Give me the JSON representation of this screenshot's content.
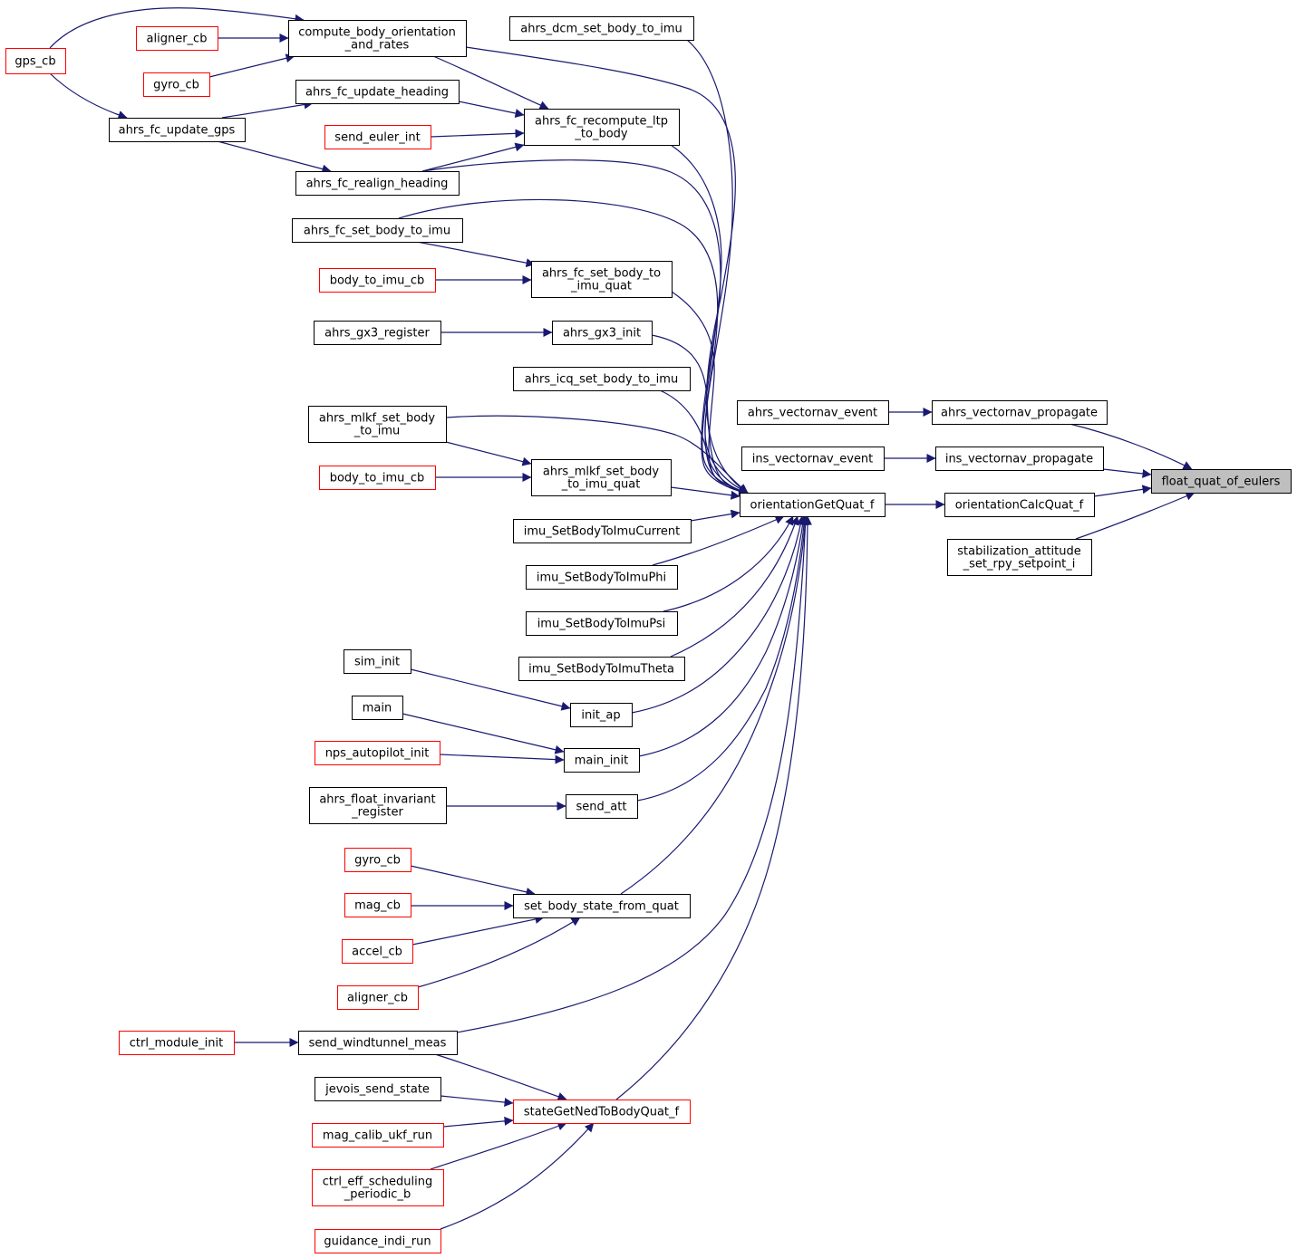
{
  "colors": {
    "edge": "#191970",
    "border_normal": "#000000",
    "border_truncated": "#ff0000",
    "fill_normal": "#ffffff",
    "fill_focus": "#bfbfbf"
  },
  "nodes": [
    {
      "id": "gps_cb_1",
      "lines": [
        "gps_cb"
      ],
      "style": "truncated"
    },
    {
      "id": "compute_body",
      "lines": [
        "compute_body_orientation",
        "_and_rates"
      ],
      "style": "normal"
    },
    {
      "id": "aligner_cb_1",
      "lines": [
        "aligner_cb"
      ],
      "style": "truncated"
    },
    {
      "id": "gyro_cb_1",
      "lines": [
        "gyro_cb"
      ],
      "style": "truncated"
    },
    {
      "id": "ahrs_fc_update_heading",
      "lines": [
        "ahrs_fc_update_heading"
      ],
      "style": "normal"
    },
    {
      "id": "ahrs_fc_update_gps",
      "lines": [
        "ahrs_fc_update_gps"
      ],
      "style": "normal"
    },
    {
      "id": "send_euler_int",
      "lines": [
        "send_euler_int"
      ],
      "style": "truncated"
    },
    {
      "id": "ahrs_fc_realign_heading",
      "lines": [
        "ahrs_fc_realign_heading"
      ],
      "style": "normal"
    },
    {
      "id": "ahrs_fc_set_body_to_imu",
      "lines": [
        "ahrs_fc_set_body_to_imu"
      ],
      "style": "normal"
    },
    {
      "id": "body_to_imu_cb_1",
      "lines": [
        "body_to_imu_cb"
      ],
      "style": "truncated"
    },
    {
      "id": "ahrs_gx3_register",
      "lines": [
        "ahrs_gx3_register"
      ],
      "style": "normal"
    },
    {
      "id": "ahrs_mlkf_set_body_to_imu",
      "lines": [
        "ahrs_mlkf_set_body",
        "_to_imu"
      ],
      "style": "normal"
    },
    {
      "id": "body_to_imu_cb_2",
      "lines": [
        "body_to_imu_cb"
      ],
      "style": "truncated"
    },
    {
      "id": "sim_init",
      "lines": [
        "sim_init"
      ],
      "style": "normal"
    },
    {
      "id": "main",
      "lines": [
        "main"
      ],
      "style": "normal"
    },
    {
      "id": "nps_autopilot_init",
      "lines": [
        "nps_autopilot_init"
      ],
      "style": "truncated"
    },
    {
      "id": "ahrs_float_invariant_register",
      "lines": [
        "ahrs_float_invariant",
        "_register"
      ],
      "style": "normal"
    },
    {
      "id": "gyro_cb_2",
      "lines": [
        "gyro_cb"
      ],
      "style": "truncated"
    },
    {
      "id": "mag_cb",
      "lines": [
        "mag_cb"
      ],
      "style": "truncated"
    },
    {
      "id": "accel_cb",
      "lines": [
        "accel_cb"
      ],
      "style": "truncated"
    },
    {
      "id": "aligner_cb_2",
      "lines": [
        "aligner_cb"
      ],
      "style": "truncated"
    },
    {
      "id": "ctrl_module_init",
      "lines": [
        "ctrl_module_init"
      ],
      "style": "truncated"
    },
    {
      "id": "send_windtunnel_meas",
      "lines": [
        "send_windtunnel_meas"
      ],
      "style": "normal"
    },
    {
      "id": "jevois_send_state",
      "lines": [
        "jevois_send_state"
      ],
      "style": "normal"
    },
    {
      "id": "mag_calib_ukf_run",
      "lines": [
        "mag_calib_ukf_run"
      ],
      "style": "truncated"
    },
    {
      "id": "ctrl_eff_scheduling_periodic_b",
      "lines": [
        "ctrl_eff_scheduling",
        "_periodic_b"
      ],
      "style": "truncated"
    },
    {
      "id": "guidance_indi_run",
      "lines": [
        "guidance_indi_run"
      ],
      "style": "truncated"
    },
    {
      "id": "ahrs_dcm_set_body_to_imu",
      "lines": [
        "ahrs_dcm_set_body_to_imu"
      ],
      "style": "normal"
    },
    {
      "id": "ahrs_fc_recompute_ltp_to_body",
      "lines": [
        "ahrs_fc_recompute_ltp",
        "_to_body"
      ],
      "style": "normal"
    },
    {
      "id": "ahrs_fc_set_body_to_imu_quat",
      "lines": [
        "ahrs_fc_set_body_to",
        "_imu_quat"
      ],
      "style": "normal"
    },
    {
      "id": "ahrs_gx3_init",
      "lines": [
        "ahrs_gx3_init"
      ],
      "style": "normal"
    },
    {
      "id": "ahrs_icq_set_body_to_imu",
      "lines": [
        "ahrs_icq_set_body_to_imu"
      ],
      "style": "normal"
    },
    {
      "id": "ahrs_mlkf_set_body_to_imu_quat",
      "lines": [
        "ahrs_mlkf_set_body",
        "_to_imu_quat"
      ],
      "style": "normal"
    },
    {
      "id": "imu_SetBodyToImuCurrent",
      "lines": [
        "imu_SetBodyToImuCurrent"
      ],
      "style": "normal"
    },
    {
      "id": "imu_SetBodyToImuPhi",
      "lines": [
        "imu_SetBodyToImuPhi"
      ],
      "style": "normal"
    },
    {
      "id": "imu_SetBodyToImuPsi",
      "lines": [
        "imu_SetBodyToImuPsi"
      ],
      "style": "normal"
    },
    {
      "id": "imu_SetBodyToImuTheta",
      "lines": [
        "imu_SetBodyToImuTheta"
      ],
      "style": "normal"
    },
    {
      "id": "init_ap",
      "lines": [
        "init_ap"
      ],
      "style": "normal"
    },
    {
      "id": "main_init",
      "lines": [
        "main_init"
      ],
      "style": "normal"
    },
    {
      "id": "send_att",
      "lines": [
        "send_att"
      ],
      "style": "normal"
    },
    {
      "id": "set_body_state_from_quat",
      "lines": [
        "set_body_state_from_quat"
      ],
      "style": "normal"
    },
    {
      "id": "stateGetNedToBodyQuat_f",
      "lines": [
        "stateGetNedToBodyQuat_f"
      ],
      "style": "truncated"
    },
    {
      "id": "orientationGetQuat_f",
      "lines": [
        "orientationGetQuat_f"
      ],
      "style": "normal"
    },
    {
      "id": "ahrs_vectornav_event",
      "lines": [
        "ahrs_vectornav_event"
      ],
      "style": "normal"
    },
    {
      "id": "ins_vectornav_event",
      "lines": [
        "ins_vectornav_event"
      ],
      "style": "normal"
    },
    {
      "id": "ahrs_vectornav_propagate",
      "lines": [
        "ahrs_vectornav_propagate"
      ],
      "style": "normal"
    },
    {
      "id": "ins_vectornav_propagate",
      "lines": [
        "ins_vectornav_propagate"
      ],
      "style": "normal"
    },
    {
      "id": "orientationCalcQuat_f",
      "lines": [
        "orientationCalcQuat_f"
      ],
      "style": "normal"
    },
    {
      "id": "stabilization_attitude_set_rpy_setpoint_i",
      "lines": [
        "stabilization_attitude",
        "_set_rpy_setpoint_i"
      ],
      "style": "normal"
    },
    {
      "id": "float_quat_of_eulers",
      "lines": [
        "float_quat_of_eulers"
      ],
      "style": "focus"
    }
  ],
  "edges": [
    [
      "gps_cb_1",
      "compute_body"
    ],
    [
      "aligner_cb_1",
      "compute_body"
    ],
    [
      "gyro_cb_1",
      "compute_body"
    ],
    [
      "gps_cb_1",
      "ahrs_fc_update_gps"
    ],
    [
      "ahrs_fc_update_gps",
      "ahrs_fc_update_heading"
    ],
    [
      "ahrs_fc_update_gps",
      "ahrs_fc_realign_heading"
    ],
    [
      "compute_body",
      "ahrs_fc_recompute_ltp_to_body"
    ],
    [
      "ahrs_fc_update_heading",
      "ahrs_fc_recompute_ltp_to_body"
    ],
    [
      "send_euler_int",
      "ahrs_fc_recompute_ltp_to_body"
    ],
    [
      "ahrs_fc_realign_heading",
      "ahrs_fc_recompute_ltp_to_body"
    ],
    [
      "ahrs_fc_set_body_to_imu",
      "ahrs_fc_set_body_to_imu_quat"
    ],
    [
      "body_to_imu_cb_1",
      "ahrs_fc_set_body_to_imu_quat"
    ],
    [
      "ahrs_gx3_register",
      "ahrs_gx3_init"
    ],
    [
      "ahrs_mlkf_set_body_to_imu",
      "ahrs_mlkf_set_body_to_imu_quat"
    ],
    [
      "body_to_imu_cb_2",
      "ahrs_mlkf_set_body_to_imu_quat"
    ],
    [
      "sim_init",
      "init_ap"
    ],
    [
      "main",
      "main_init"
    ],
    [
      "nps_autopilot_init",
      "main_init"
    ],
    [
      "ahrs_float_invariant_register",
      "send_att"
    ],
    [
      "gyro_cb_2",
      "set_body_state_from_quat"
    ],
    [
      "mag_cb",
      "set_body_state_from_quat"
    ],
    [
      "accel_cb",
      "set_body_state_from_quat"
    ],
    [
      "aligner_cb_2",
      "set_body_state_from_quat"
    ],
    [
      "ctrl_module_init",
      "send_windtunnel_meas"
    ],
    [
      "send_windtunnel_meas",
      "stateGetNedToBodyQuat_f"
    ],
    [
      "jevois_send_state",
      "stateGetNedToBodyQuat_f"
    ],
    [
      "mag_calib_ukf_run",
      "stateGetNedToBodyQuat_f"
    ],
    [
      "ctrl_eff_scheduling_periodic_b",
      "stateGetNedToBodyQuat_f"
    ],
    [
      "guidance_indi_run",
      "stateGetNedToBodyQuat_f"
    ],
    [
      "compute_body",
      "orientationGetQuat_f"
    ],
    [
      "ahrs_dcm_set_body_to_imu",
      "orientationGetQuat_f"
    ],
    [
      "ahrs_fc_recompute_ltp_to_body",
      "orientationGetQuat_f"
    ],
    [
      "ahrs_fc_realign_heading",
      "orientationGetQuat_f"
    ],
    [
      "ahrs_fc_set_body_to_imu",
      "orientationGetQuat_f"
    ],
    [
      "ahrs_fc_set_body_to_imu_quat",
      "orientationGetQuat_f"
    ],
    [
      "ahrs_gx3_init",
      "orientationGetQuat_f"
    ],
    [
      "ahrs_icq_set_body_to_imu",
      "orientationGetQuat_f"
    ],
    [
      "ahrs_mlkf_set_body_to_imu",
      "orientationGetQuat_f"
    ],
    [
      "ahrs_mlkf_set_body_to_imu_quat",
      "orientationGetQuat_f"
    ],
    [
      "imu_SetBodyToImuCurrent",
      "orientationGetQuat_f"
    ],
    [
      "imu_SetBodyToImuPhi",
      "orientationGetQuat_f"
    ],
    [
      "imu_SetBodyToImuPsi",
      "orientationGetQuat_f"
    ],
    [
      "imu_SetBodyToImuTheta",
      "orientationGetQuat_f"
    ],
    [
      "init_ap",
      "orientationGetQuat_f"
    ],
    [
      "main_init",
      "orientationGetQuat_f"
    ],
    [
      "send_att",
      "orientationGetQuat_f"
    ],
    [
      "set_body_state_from_quat",
      "orientationGetQuat_f"
    ],
    [
      "send_windtunnel_meas",
      "orientationGetQuat_f"
    ],
    [
      "stateGetNedToBodyQuat_f",
      "orientationGetQuat_f"
    ],
    [
      "ahrs_vectornav_event",
      "ahrs_vectornav_propagate"
    ],
    [
      "ins_vectornav_event",
      "ins_vectornav_propagate"
    ],
    [
      "orientationGetQuat_f",
      "orientationCalcQuat_f"
    ],
    [
      "ahrs_vectornav_propagate",
      "float_quat_of_eulers"
    ],
    [
      "ins_vectornav_propagate",
      "float_quat_of_eulers"
    ],
    [
      "orientationCalcQuat_f",
      "float_quat_of_eulers"
    ],
    [
      "stabilization_attitude_set_rpy_setpoint_i",
      "float_quat_of_eulers"
    ]
  ]
}
